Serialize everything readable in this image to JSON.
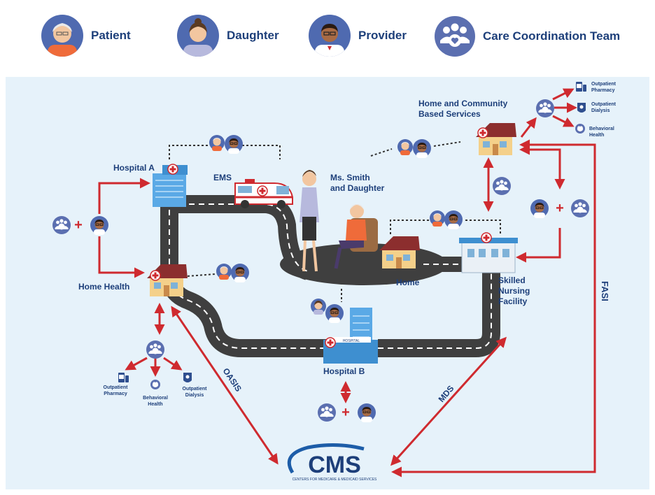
{
  "legend": {
    "patient": "Patient",
    "daughter": "Daughter",
    "provider": "Provider",
    "team": "Care Coordination Team"
  },
  "labels": {
    "hospital_a": "Hospital A",
    "ems": "EMS",
    "ms_smith_1": "Ms. Smith",
    "ms_smith_2": "and Daughter",
    "home": "Home",
    "home_health": "Home Health",
    "hospital_b": "Hospital B",
    "snf_1": "Skilled",
    "snf_2": "Nursing",
    "snf_3": "Facility",
    "hcbs_1": "Home and Community",
    "hcbs_2": "Based Services",
    "fasi": "FASI",
    "mds": "MDS",
    "oasis": "OASIS",
    "cms": "CMS",
    "cms_sub": "CENTERS FOR MEDICARE & MEDICAID SERVICES",
    "hospital_sign": "HOSPITAL"
  },
  "services_hh": {
    "pharmacy_1": "Outpatient",
    "pharmacy_2": "Pharmacy",
    "behavioral_1": "Behavioral",
    "behavioral_2": "Health",
    "dialysis_1": "Outpatient",
    "dialysis_2": "Dialysis"
  },
  "services_hcbs": {
    "pharmacy_1": "Outpatient",
    "pharmacy_2": "Pharmacy",
    "dialysis_1": "Outpatient",
    "dialysis_2": "Dialysis",
    "behavioral_1": "Behavioral",
    "behavioral_2": "Health"
  },
  "colors": {
    "navy": "#1d3f7a",
    "arrow_red": "#cf2a2f",
    "road": "#3f3f3f",
    "team_blue": "#5b6fb0",
    "panel": "#e6f2fa"
  }
}
